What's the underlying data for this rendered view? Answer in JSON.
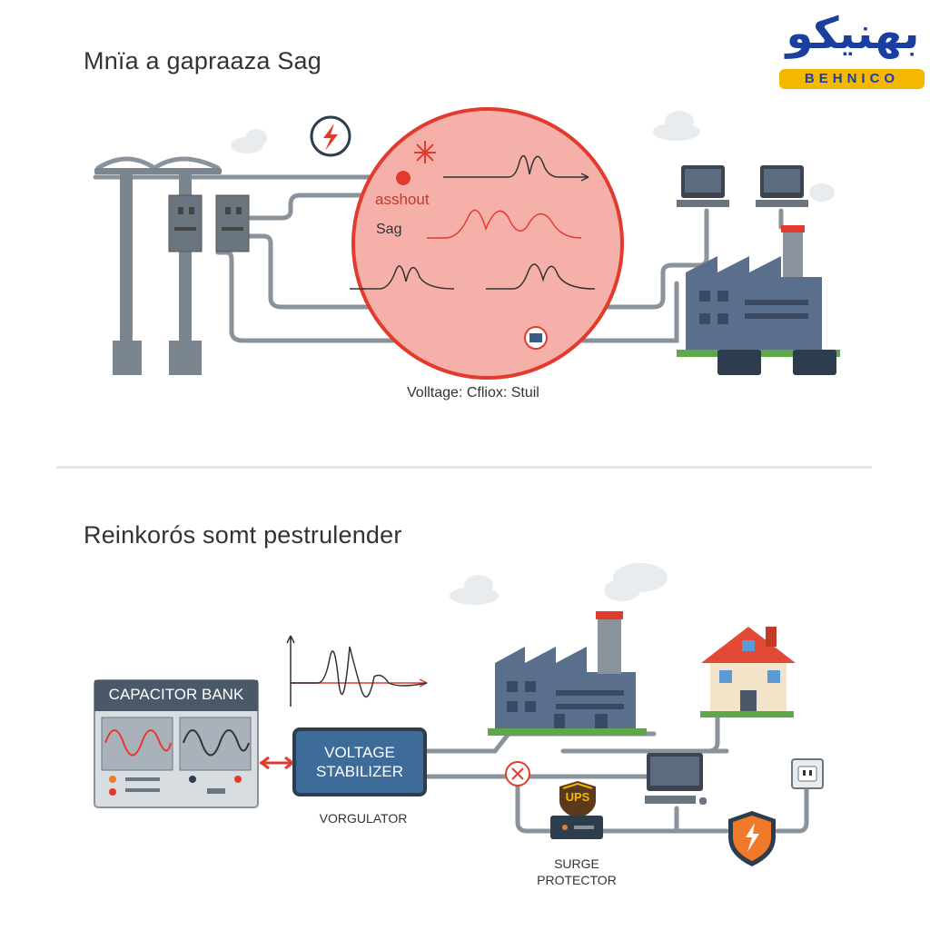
{
  "logo": {
    "text_fa": "بهنیکو",
    "text_en": "BEHNICO"
  },
  "top_section": {
    "title": "Mnïa a gapraaza Sag",
    "labels": {
      "asshout": "asshout",
      "sag": "Sag",
      "caption": "Volltage: Cfliox: Stuil"
    }
  },
  "bottom_section": {
    "title": "Reinkorós somt pestrulender",
    "capacitor_bank": "CAPACITOR BANK",
    "voltage_stabilizer": "VOLTAGE\nSTABILIZER",
    "vorgulator": "VORGULATOR",
    "ups": "UPS",
    "surge_protector": "SURGE\nPROTECTOR"
  },
  "icons": [
    "lightning-icon",
    "cloud-icon",
    "factory-icon",
    "computer-icon",
    "house-icon",
    "shield-icon",
    "outlet-icon",
    "error-icon",
    "power-pole-icon"
  ],
  "colors": {
    "red": "#e23b2e",
    "circle_fill": "#f6b0aa",
    "pole": "#7a8590",
    "factory": "#5a6f8c",
    "cable": "#8a939c",
    "stabilizer": "#3d6b9a",
    "stabilizer_border": "#2e3d4d",
    "grass": "#5fa84a",
    "orange": "#f07a2a"
  }
}
